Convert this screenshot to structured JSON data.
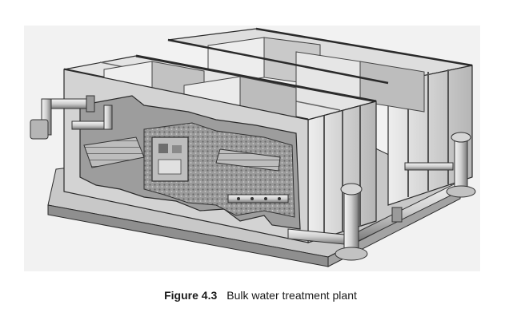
{
  "figure": {
    "label": "Figure 4.3",
    "title": "Bulk water treatment plant",
    "illustration": "bulk-water-treatment-plant-drawing"
  },
  "colors": {
    "background": "#f2f2f2",
    "metal_light": "#d9d9d9",
    "metal_mid": "#a8a8a8",
    "metal_dark": "#555555",
    "outline": "#2a2a2a"
  }
}
